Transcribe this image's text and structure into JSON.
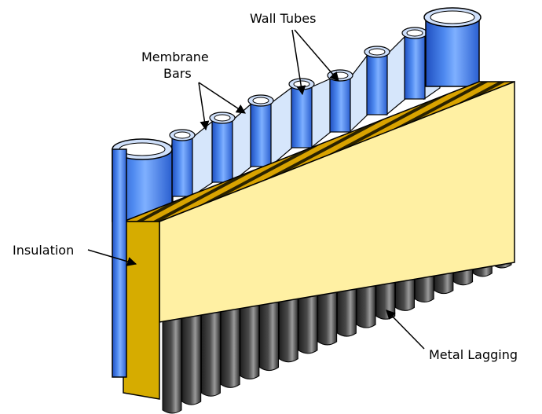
{
  "labels": {
    "wall_tubes": "Wall Tubes",
    "membrane_line1": "Membrane",
    "membrane_line2": "Bars",
    "insulation": "Insulation",
    "metal_lagging": "Metal Lagging"
  },
  "colors": {
    "tube_blue": "#3f78e8",
    "tube_highlight": "#a9c8f8",
    "membrane_bar": "#d6e6fb",
    "insulation_face": "#fff0a3",
    "insulation_side": "#d6ac00",
    "insulation_top_dark": "#2a2200",
    "insulation_top_light": "#d9a300",
    "lagging_dark": "#2b2b2b",
    "lagging_light": "#bdbdbd"
  }
}
